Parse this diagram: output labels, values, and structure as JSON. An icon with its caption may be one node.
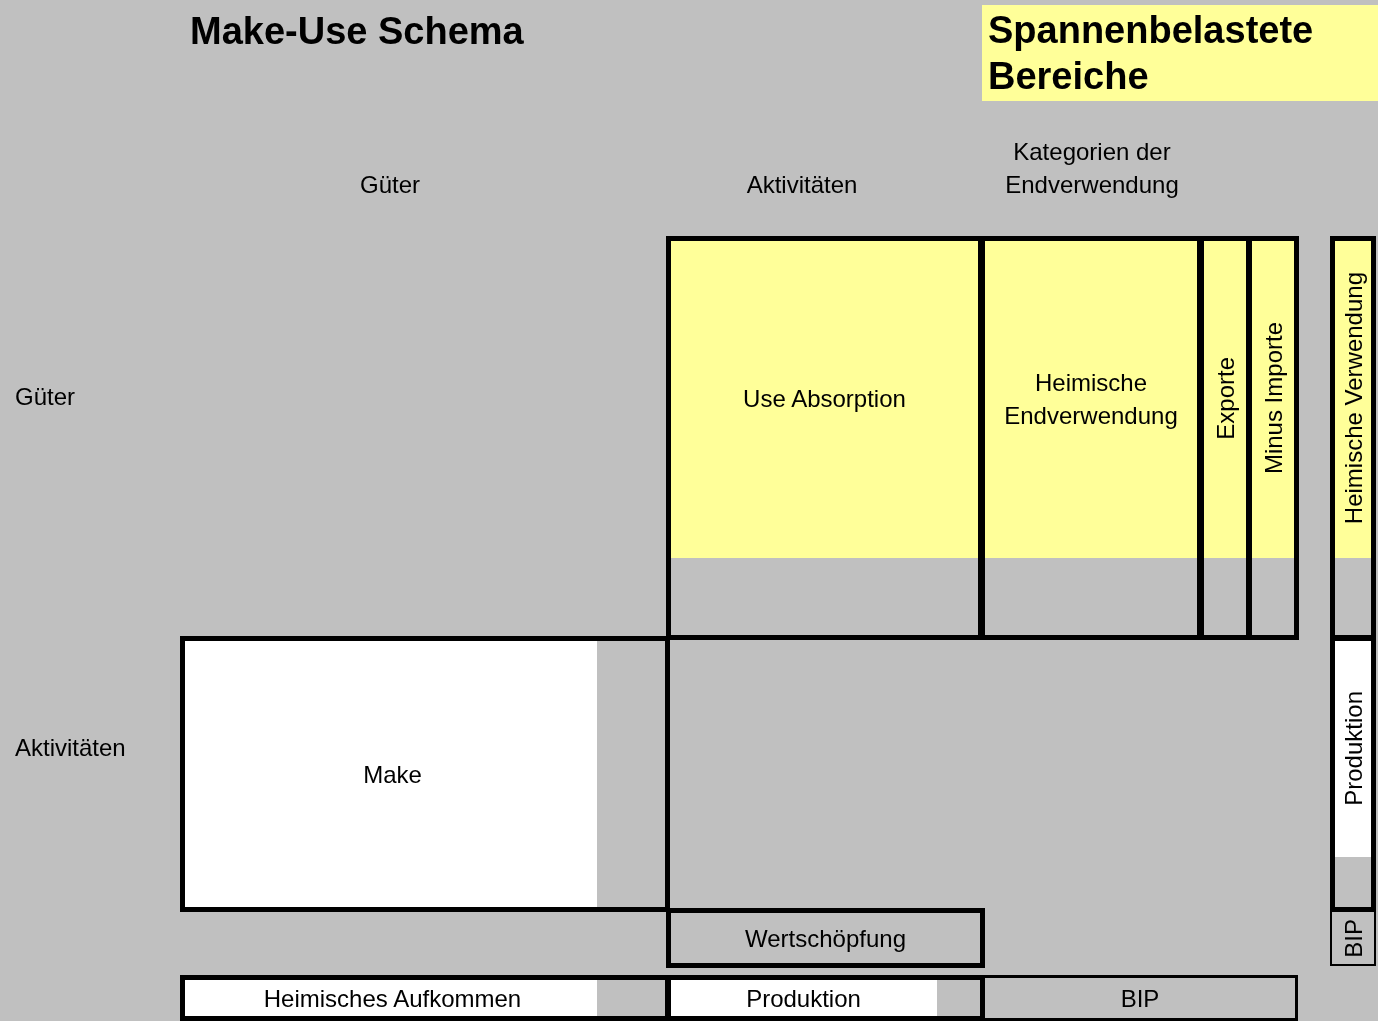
{
  "diagram": {
    "title": "Make-Use Schema",
    "nodes": [
      {
        "text": [
          "Spannenbelastete Bereiche"
        ]
      },
      {
        "text": [
          "Use Absorption"
        ]
      },
      {
        "text": [
          "Heimische Endverwendung"
        ]
      },
      {
        "text": [
          "Exporte"
        ]
      },
      {
        "text": [
          "Minus Importe"
        ]
      },
      {
        "text": [
          "Heimische Verwendung"
        ]
      },
      {
        "text": [
          "Make"
        ]
      },
      {
        "text": [
          "Produktion"
        ]
      },
      {
        "text": [
          "Wertschöpfung"
        ]
      },
      {
        "text": [
          "BIP"
        ]
      },
      {
        "text": [
          "Heimisches Aufkommen"
        ]
      },
      {
        "text": [
          "Produktion"
        ]
      },
      {
        "text": [
          "BIP"
        ]
      }
    ],
    "labels": [
      "Güter",
      "Aktivitäten",
      "Kategorien der Endverwendung",
      "Güter",
      "Aktivitäten"
    ]
  }
}
